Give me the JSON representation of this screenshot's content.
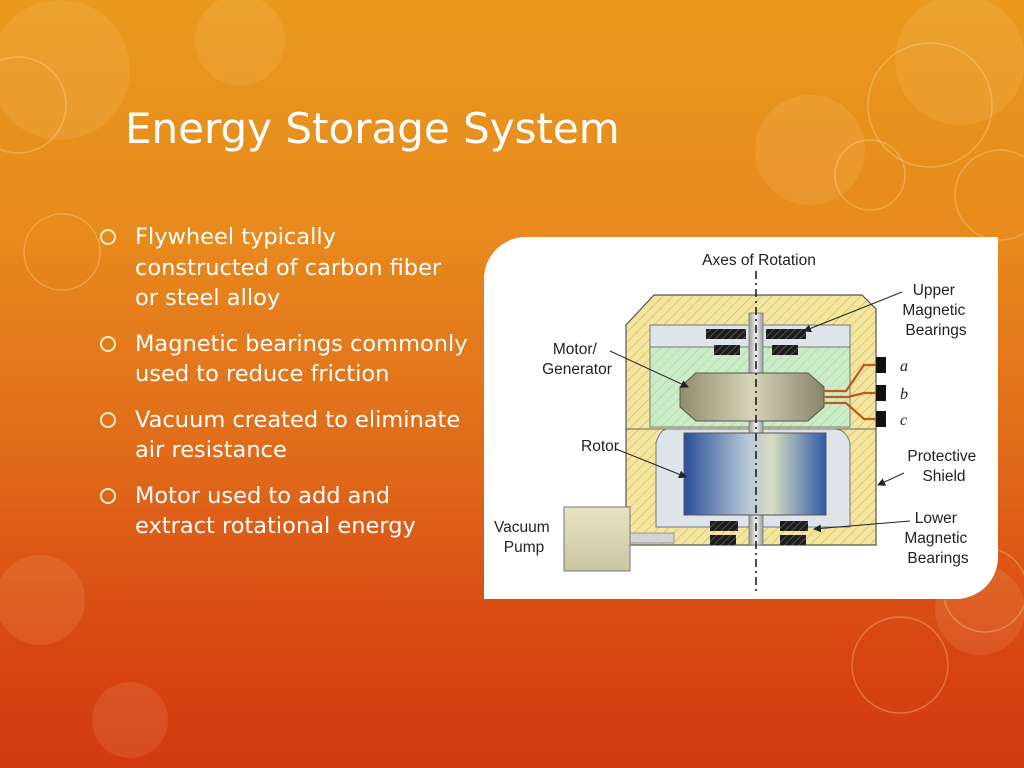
{
  "slide": {
    "title": "Energy Storage System",
    "bullets": [
      "Flywheel typically constructed of carbon fiber or steel alloy",
      "Magnetic bearings commonly used to reduce friction",
      "Vacuum created to eliminate air resistance",
      "Motor used to add and extract rotational energy"
    ]
  },
  "diagram": {
    "labels": {
      "axes_of_rotation": "Axes of Rotation",
      "upper_bearings": [
        "Upper",
        "Magnetic",
        "Bearings"
      ],
      "motor_generator": [
        "Motor/",
        "Generator"
      ],
      "rotor": "Rotor",
      "protective_shield": [
        "Protective",
        "Shield"
      ],
      "lower_bearings": [
        "Lower",
        "Magnetic",
        "Bearings"
      ],
      "vacuum_pump": [
        "Vacuum",
        "Pump"
      ],
      "terminals": [
        "a",
        "b",
        "c"
      ]
    }
  },
  "colors": {
    "background_top": "#e9991e",
    "background_bottom": "#d23a10",
    "title": "#ffffff",
    "bullet_ring": "#fff2c0",
    "housing": "#f3e6a0",
    "motor_chamber": "#c8ecc8",
    "rotor_blue": "#2f5aa5",
    "wires": "#c05a1a"
  }
}
